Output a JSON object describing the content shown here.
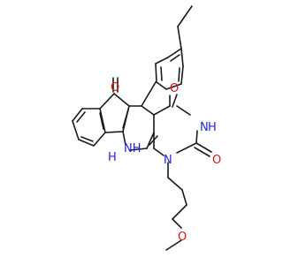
{
  "molecule": {
    "atoms": {
      "o_ketone": "O",
      "o_c4": "O",
      "o_c2": "O",
      "o_ether": "O",
      "nh_ring": "NH",
      "n_h_label": "H",
      "n1": "N",
      "n3": "N",
      "n3_h": "H"
    },
    "colors": {
      "oxygen": "#e0110f",
      "nitrogen": "#2323e6",
      "bond": "#1a1a1a",
      "background": "#ffffff"
    }
  }
}
